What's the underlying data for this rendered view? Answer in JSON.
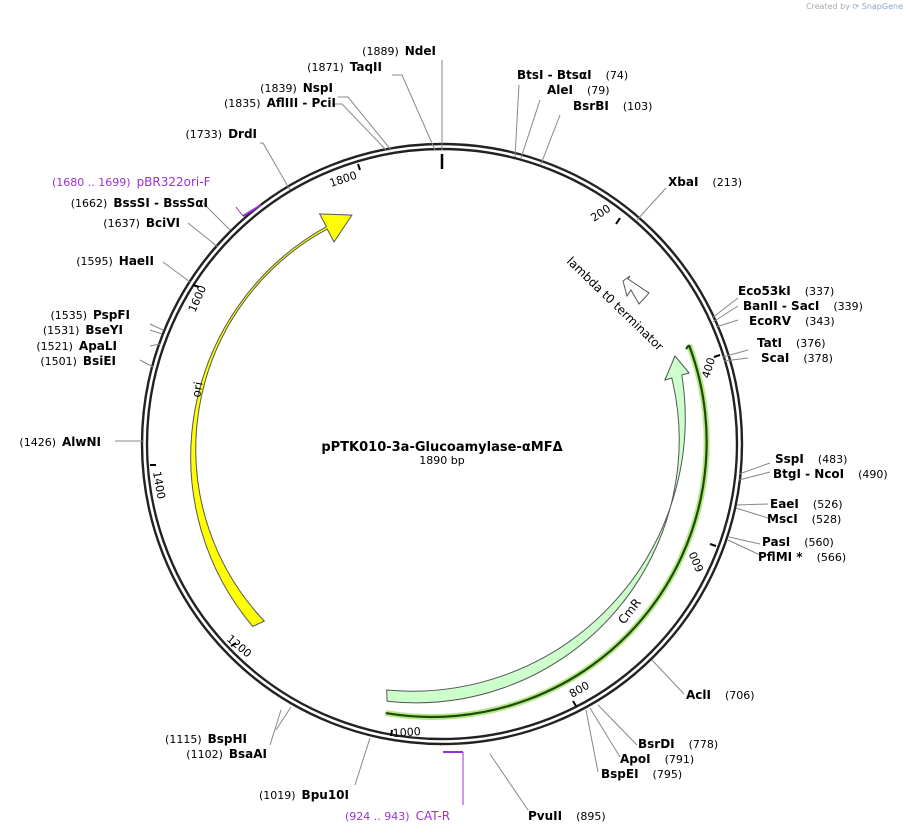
{
  "credit": {
    "prefix": "Created by",
    "brand": "SnapGene"
  },
  "plasmid": {
    "name": "pPTK010-3a-Glucoamylase-αMFΔ",
    "size": "1890 bp",
    "length": 1890
  },
  "ticks": [
    "200",
    "400",
    "600",
    "800",
    "1000",
    "1200",
    "1400",
    "1600",
    "1800"
  ],
  "sites": [
    {
      "name": "NdeI",
      "pos": "(1889)"
    },
    {
      "name": "TaqII",
      "pos": "(1871)"
    },
    {
      "name": "NspI",
      "pos": "(1839)"
    },
    {
      "name": "AflIII  - PciI",
      "pos": "(1835)"
    },
    {
      "name": "DrdI",
      "pos": "(1733)"
    },
    {
      "name": "BssSI  - BssSαI",
      "pos": "(1662)"
    },
    {
      "name": "BciVI",
      "pos": "(1637)"
    },
    {
      "name": "HaeII",
      "pos": "(1595)"
    },
    {
      "name": "PspFI",
      "pos": "(1535)"
    },
    {
      "name": "BseYI",
      "pos": "(1531)"
    },
    {
      "name": "ApaLI",
      "pos": "(1521)"
    },
    {
      "name": "BsiEI",
      "pos": "(1501)"
    },
    {
      "name": "AlwNI",
      "pos": "(1426)"
    },
    {
      "name": "BspHI",
      "pos": "(1115)"
    },
    {
      "name": "BsaAI",
      "pos": "(1102)"
    },
    {
      "name": "Bpu10I",
      "pos": "(1019)"
    },
    {
      "name": "BtsI  - BtsαI",
      "pos": "(74)"
    },
    {
      "name": "AleI",
      "pos": "(79)"
    },
    {
      "name": "BsrBI",
      "pos": "(103)"
    },
    {
      "name": "XbaI",
      "pos": "(213)"
    },
    {
      "name": "Eco53kI",
      "pos": "(337)"
    },
    {
      "name": "BanII  - SacI",
      "pos": "(339)"
    },
    {
      "name": "EcoRV",
      "pos": "(343)"
    },
    {
      "name": "TatI",
      "pos": "(376)"
    },
    {
      "name": "ScaI",
      "pos": "(378)"
    },
    {
      "name": "SspI",
      "pos": "(483)"
    },
    {
      "name": "BtgI  - NcoI",
      "pos": "(490)"
    },
    {
      "name": "EaeI",
      "pos": "(526)"
    },
    {
      "name": "MscI",
      "pos": "(528)"
    },
    {
      "name": "PasI",
      "pos": "(560)"
    },
    {
      "name": "PflMI *",
      "pos": "(566)"
    },
    {
      "name": "AclI",
      "pos": "(706)"
    },
    {
      "name": "BsrDI",
      "pos": "(778)"
    },
    {
      "name": "ApoI",
      "pos": "(791)"
    },
    {
      "name": "BspEI",
      "pos": "(795)"
    },
    {
      "name": "PvuII",
      "pos": "(895)"
    }
  ],
  "primers": [
    {
      "name": "pBR322ori-F",
      "range": "(1680 .. 1699)"
    },
    {
      "name": "CAT-R",
      "range": "(924 .. 943)"
    }
  ],
  "features": [
    {
      "name": "ori",
      "color": "#ffff00"
    },
    {
      "name": "CmR",
      "color": "#ccffcc"
    },
    {
      "name": "lambda t0 terminator",
      "color": "#ffffff"
    }
  ],
  "colors": {
    "primer": "#9b30d9",
    "orf": "#1a4d00",
    "orf_glow": "#b8e68a"
  }
}
